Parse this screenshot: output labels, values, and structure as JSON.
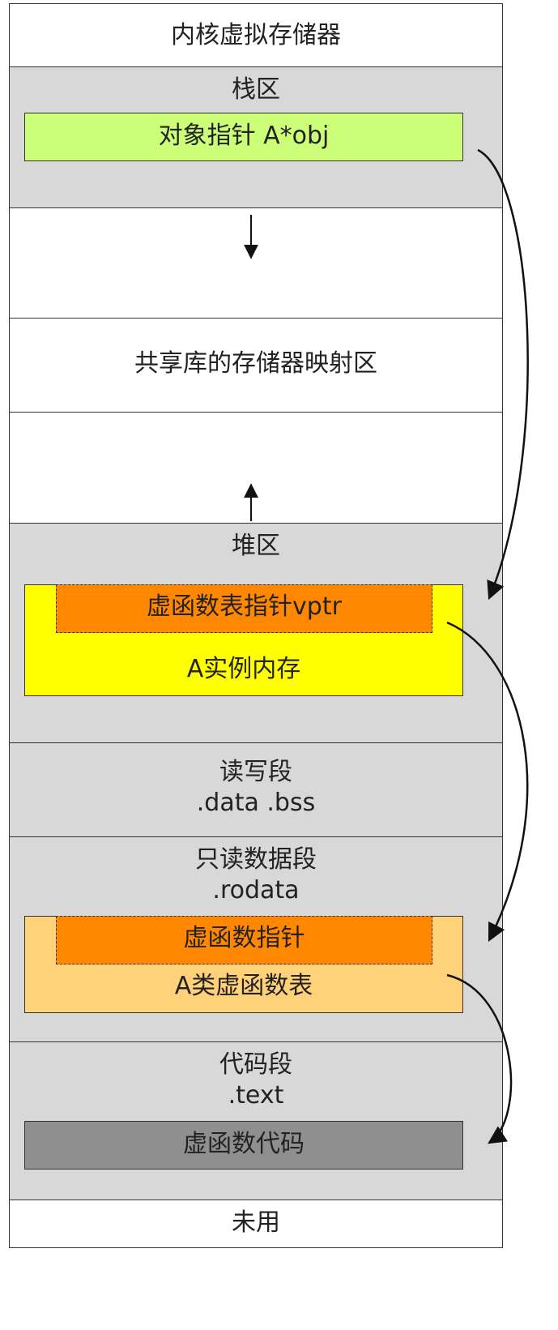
{
  "segments": {
    "kernel": {
      "label": "内核虚拟存储器"
    },
    "stack": {
      "title": "栈区",
      "pointer_box": "对象指针 A*obj"
    },
    "shared_lib": {
      "label": "共享库的存储器映射区"
    },
    "heap": {
      "title": "堆区",
      "vptr_box": "虚函数表指针vptr",
      "instance_box": "A实例内存"
    },
    "rw_data": {
      "title": "读写段",
      "subtitle": ".data .bss"
    },
    "ro_data": {
      "title": "只读数据段",
      "subtitle": ".rodata",
      "vfunc_ptr_box": "虚函数指针",
      "vtable_box": "A类虚函数表"
    },
    "code": {
      "title": "代码段",
      "subtitle": ".text",
      "vfunc_code_box": "虚函数代码"
    },
    "unused": {
      "label": "未用"
    }
  },
  "colors": {
    "segment_gray": "#d8d8d8",
    "pointer_green": "#ccff77",
    "instance_yellow": "#ffff00",
    "vptr_orange": "#ff8800",
    "vtable_light_orange": "#ffd27a",
    "code_dark_gray": "#8f8f8f"
  }
}
